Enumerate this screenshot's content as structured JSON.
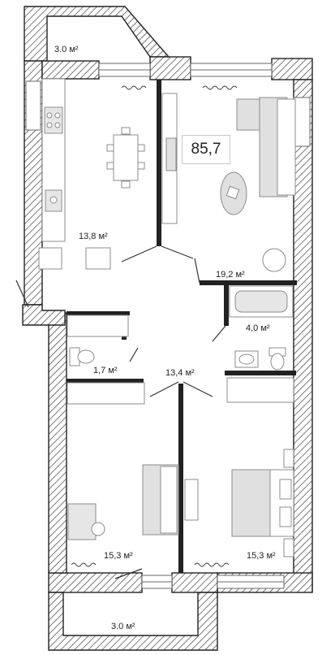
{
  "plan": {
    "total_area": "85,7",
    "rooms": [
      {
        "id": "balcony-top",
        "area": "3.0 м²"
      },
      {
        "id": "kitchen",
        "area": "13,8 м²"
      },
      {
        "id": "living-room",
        "area": "19,2 м²"
      },
      {
        "id": "bathroom",
        "area": "4,0 м²"
      },
      {
        "id": "toilet",
        "area": "1,7 м²"
      },
      {
        "id": "hall",
        "area": "13,4 м²"
      },
      {
        "id": "bedroom-left",
        "area": "15,3 м²"
      },
      {
        "id": "bedroom-right",
        "area": "15,3 м²"
      },
      {
        "id": "balcony-bottom",
        "area": "3.0 м²"
      }
    ]
  },
  "colors": {
    "wall": "#ffffff",
    "wall_outline": "#222222",
    "furniture": "#e0e0e0",
    "furniture_outline": "#8c8c8c",
    "window": "#6a6a6a"
  }
}
